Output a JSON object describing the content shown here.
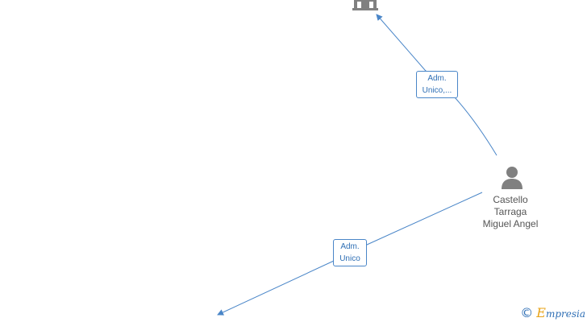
{
  "colors": {
    "edge": "#4a86c8",
    "icon": "#808080",
    "label_text": "#2f6fb5",
    "node_text": "#555555",
    "brand_accent": "#e8a317"
  },
  "nodes": {
    "company_top": {
      "icon": "building-icon"
    },
    "person": {
      "icon": "person-icon",
      "name_lines": [
        "Castello",
        "Tarraga",
        "Miguel Angel"
      ]
    }
  },
  "edges": {
    "to_top_company": {
      "label_lines": [
        "Adm.",
        "Unico,..."
      ]
    },
    "to_bottom_company": {
      "label_lines": [
        "Adm.",
        "Unico"
      ]
    }
  },
  "footer": {
    "copyright_symbol": "©",
    "brand_initial": "E",
    "brand_rest": "mpresia"
  }
}
